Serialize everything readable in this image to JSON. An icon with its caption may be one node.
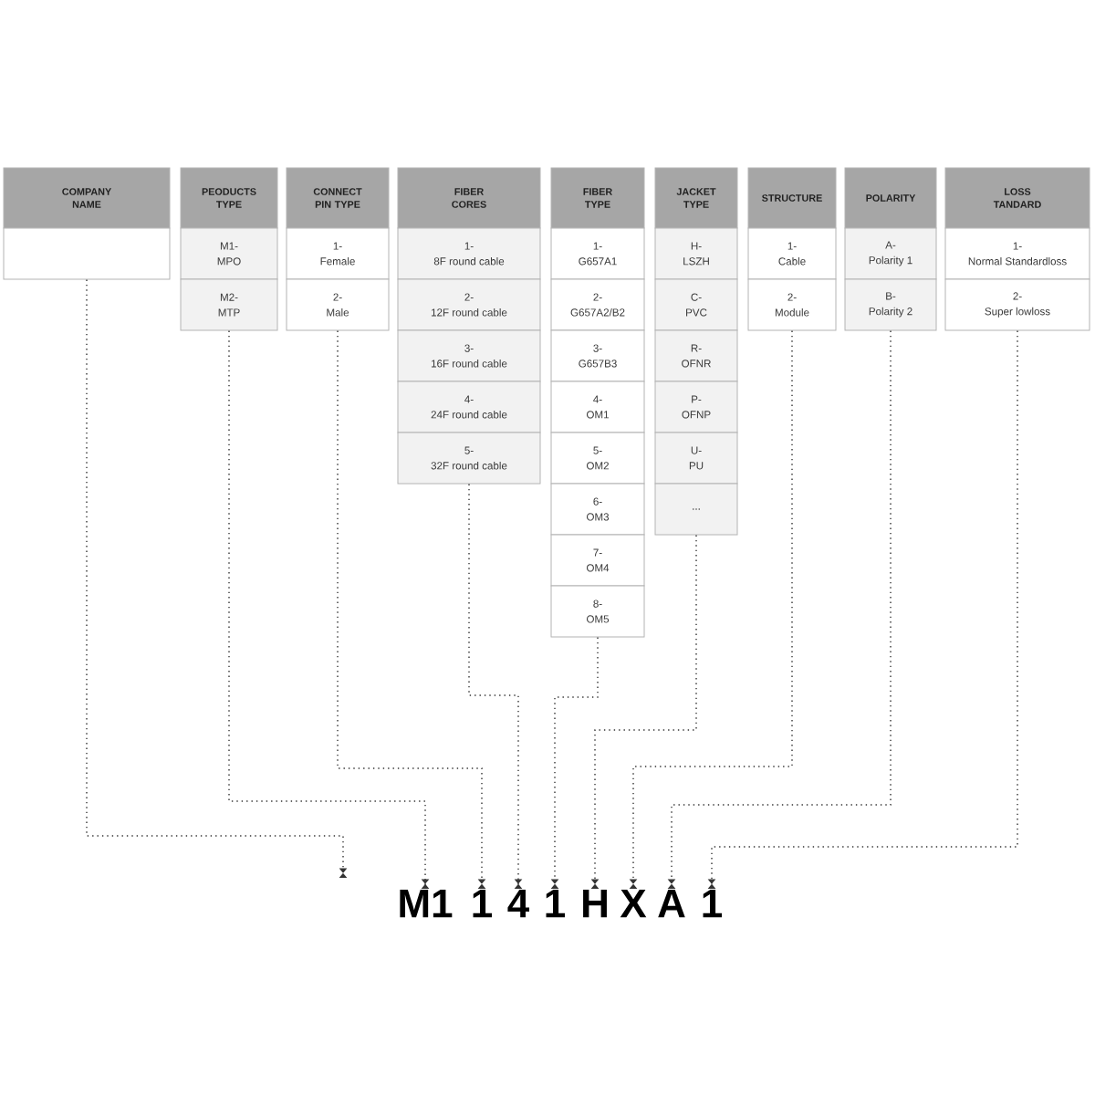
{
  "diagram": {
    "nodes": [
      {
        "text": [
          "COMPANY NAME"
        ]
      },
      {
        "text": [],
        "shape": "box"
      },
      {
        "text": [
          "PEODUCTS TYPE"
        ]
      },
      {
        "text": [
          "M1-",
          "MPO"
        ]
      },
      {
        "text": [
          "M2-",
          "MTP"
        ]
      },
      {
        "text": [
          "CONNECT PIN TYPE"
        ]
      },
      {
        "text": [
          "1-",
          "Female"
        ]
      },
      {
        "text": [
          "2-",
          "Male"
        ]
      },
      {
        "text": [
          "FIBER CORES"
        ]
      },
      {
        "text": [
          "1-",
          "8F round cable"
        ]
      },
      {
        "text": [
          "2-",
          "12F round cable"
        ]
      },
      {
        "text": [
          "3-",
          "16F round cable"
        ]
      },
      {
        "text": [
          "4-",
          "24F round cable"
        ]
      },
      {
        "text": [
          "5-",
          "32F round cable"
        ]
      },
      {
        "text": [
          "FIBER TYPE"
        ]
      },
      {
        "text": [
          "1-",
          "G657A1"
        ]
      },
      {
        "text": [
          "2-",
          "G657A2/B2"
        ]
      },
      {
        "text": [
          "3-",
          "G657B3"
        ]
      },
      {
        "text": [
          "4-",
          "OM1"
        ]
      },
      {
        "text": [
          "5-",
          "OM2"
        ]
      },
      {
        "text": [
          "6-",
          "OM3"
        ]
      },
      {
        "text": [
          "7-",
          "OM4"
        ]
      },
      {
        "text": [
          "8-",
          "OM5"
        ]
      },
      {
        "text": [
          "JACKET TYPE"
        ]
      },
      {
        "text": [
          "H-",
          "LSZH"
        ]
      },
      {
        "text": [
          "C-",
          "PVC"
        ]
      },
      {
        "text": [
          "R-",
          "OFNR"
        ]
      },
      {
        "text": [
          "P-",
          "OFNP"
        ]
      },
      {
        "text": [
          "U-",
          "PU"
        ]
      },
      {
        "text": [
          "..."
        ]
      },
      {
        "text": [
          "STRUCTURE"
        ]
      },
      {
        "text": [
          "1-",
          "Cable"
        ]
      },
      {
        "text": [
          "2-",
          "Module"
        ]
      },
      {
        "text": [
          "POLARITY"
        ]
      },
      {
        "text": [
          "A-",
          "Polarity 1"
        ]
      },
      {
        "text": [
          "B-",
          "Polarity 2"
        ]
      },
      {
        "text": [
          "LOSS TANDARD"
        ]
      },
      {
        "text": [
          "1-",
          "Normal Standardloss"
        ]
      },
      {
        "text": [
          "2-",
          "Super lowloss"
        ]
      },
      {
        "text": [
          "M1"
        ]
      },
      {
        "text": [
          "1"
        ]
      },
      {
        "text": [
          "4"
        ]
      },
      {
        "text": [
          "1"
        ]
      },
      {
        "text": [
          "H"
        ]
      },
      {
        "text": [
          "X"
        ]
      },
      {
        "text": [
          "A"
        ]
      },
      {
        "text": [
          "1"
        ]
      }
    ],
    "edges": [
      {
        "from": 1,
        "to": null,
        "arrow": "to"
      },
      {
        "from": 4,
        "to": 39,
        "arrow": "to"
      },
      {
        "from": 7,
        "to": 40,
        "arrow": "to"
      },
      {
        "from": 13,
        "to": 41,
        "arrow": "to"
      },
      {
        "from": 22,
        "to": 42,
        "arrow": "to"
      },
      {
        "from": 29,
        "to": 43,
        "arrow": "to"
      },
      {
        "from": 32,
        "to": 44,
        "arrow": "to"
      },
      {
        "from": 35,
        "to": 45,
        "arrow": "to"
      },
      {
        "from": 38,
        "to": 46,
        "arrow": "to"
      }
    ]
  }
}
